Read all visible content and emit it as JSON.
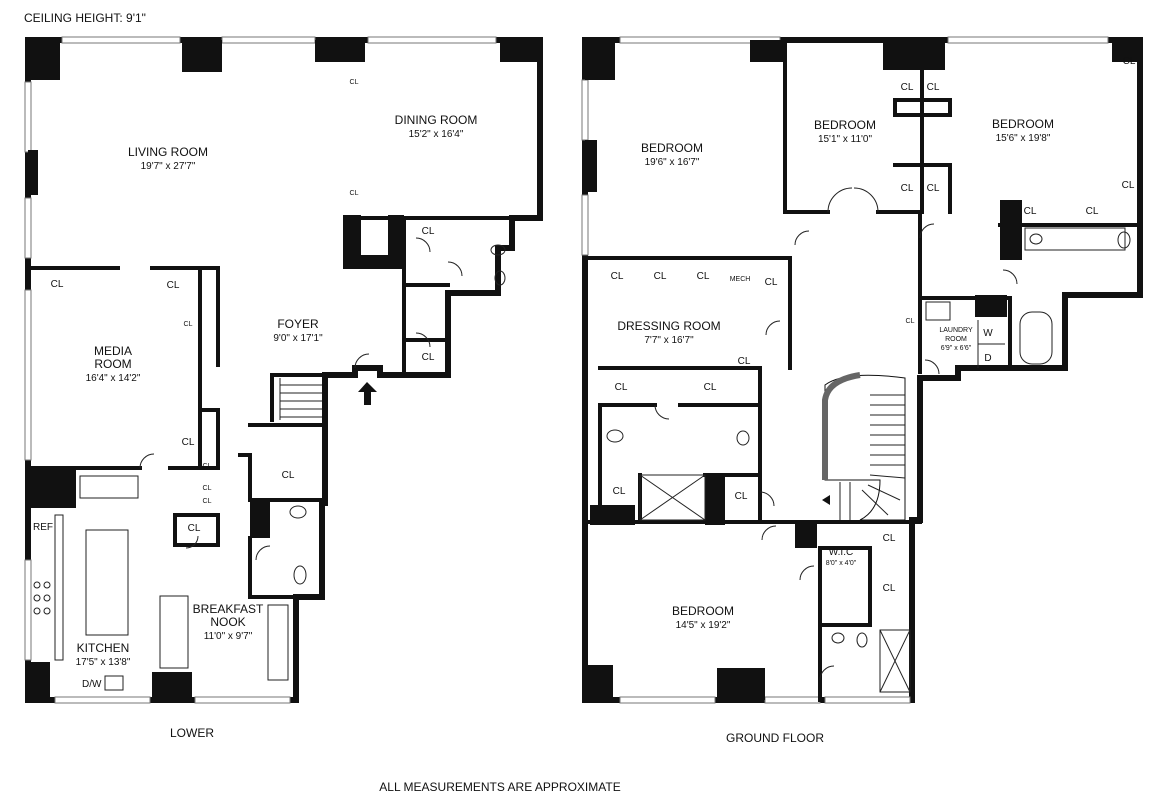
{
  "header": {
    "ceiling_height": "CEILING HEIGHT: 9'1\""
  },
  "footer": {
    "lower_caption": "LOWER",
    "ground_caption": "GROUND FLOOR",
    "disclaimer": "ALL MEASUREMENTS ARE APPROXIMATE"
  },
  "lower": {
    "living_room": {
      "name": "LIVING ROOM",
      "dim": "19'7\" x 27'7\""
    },
    "dining_room": {
      "name": "DINING ROOM",
      "dim": "15'2\" x 16'4\""
    },
    "media_room": {
      "name1": "MEDIA",
      "name2": "ROOM",
      "dim": "16'4\" x 14'2\""
    },
    "foyer": {
      "name": "FOYER",
      "dim": "9'0\" x 17'1\""
    },
    "breakfast_nook": {
      "name1": "BREAKFAST",
      "name2": "NOOK",
      "dim": "11'0\" x 9'7\""
    },
    "kitchen": {
      "name": "KITCHEN",
      "dim": "17'5\" x 13'8\""
    },
    "ref": "REF",
    "dw": "D/W",
    "closet": "CL"
  },
  "ground": {
    "bedroom_1": {
      "name": "BEDROOM",
      "dim": "19'6\" x 16'7\""
    },
    "bedroom_2": {
      "name": "BEDROOM",
      "dim": "15'1\" x 11'0\""
    },
    "bedroom_3": {
      "name": "BEDROOM",
      "dim": "15'6\" x 19'8\""
    },
    "bedroom_4": {
      "name": "BEDROOM",
      "dim": "14'5\" x 19'2\""
    },
    "dressing_room": {
      "name": "DRESSING ROOM",
      "dim": "7'7\" x 16'7\""
    },
    "laundry_room": {
      "name1": "LAUNDRY",
      "name2": "ROOM",
      "dim": "6'9\" x 6'6\""
    },
    "wic": {
      "name": "W.I.C",
      "dim": "8'0\" x 4'0\""
    },
    "mech": "MECH",
    "washer": "W",
    "dryer": "D",
    "closet": "CL"
  }
}
